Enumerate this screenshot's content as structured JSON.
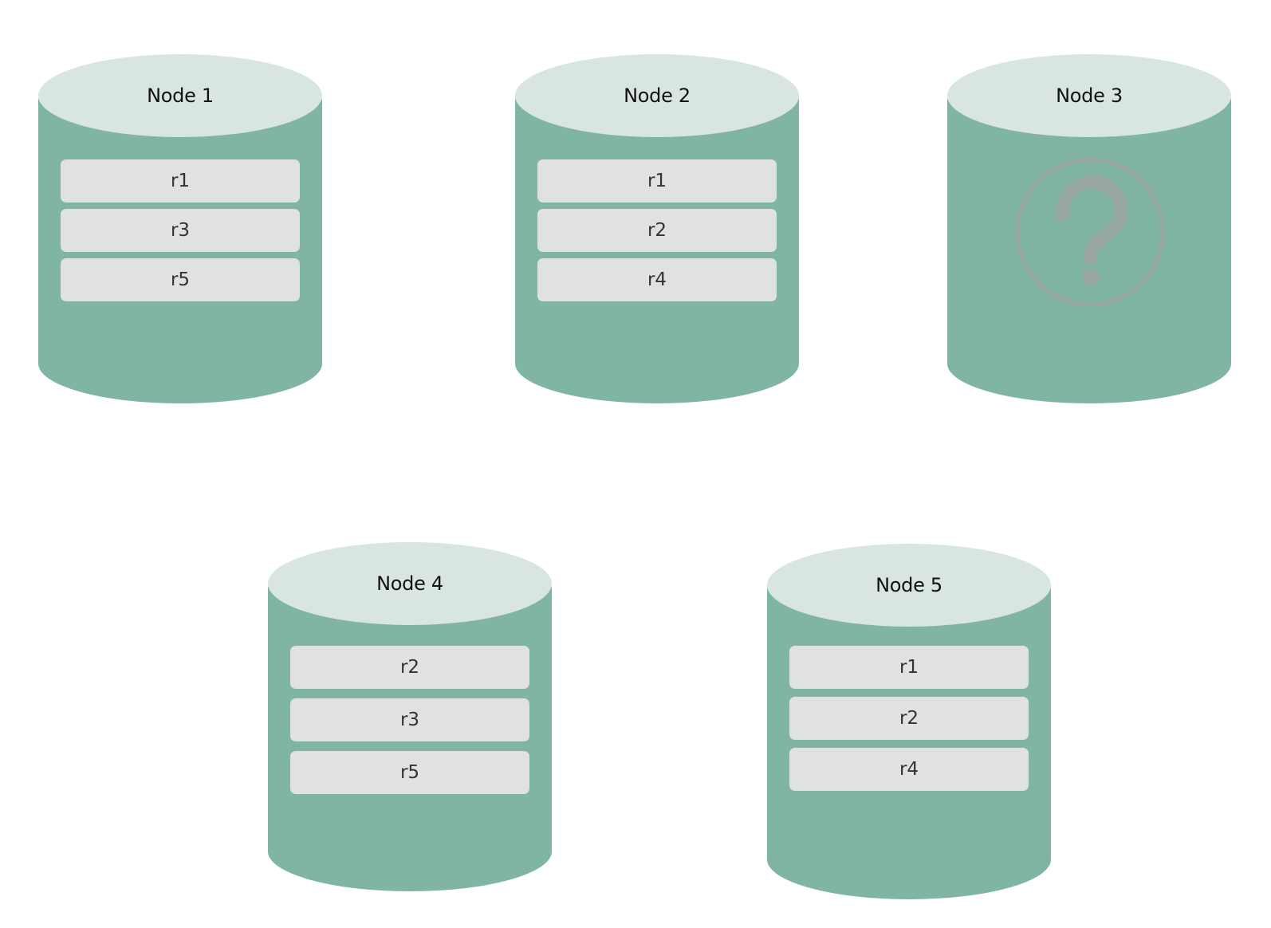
{
  "colors": {
    "cylinder_body": "#80b5a4",
    "cylinder_top": "#d9e5e2",
    "replica_box": "#dfe1e2",
    "unknown_icon": "#9aa8a2"
  },
  "nodes": [
    {
      "title": "Node 1",
      "replicas": [
        "r1",
        "r3",
        "r5"
      ]
    },
    {
      "title": "Node 2",
      "replicas": [
        "r1",
        "r2",
        "r4"
      ]
    },
    {
      "title": "Node 3",
      "replicas": [],
      "icon": "question-circle-icon"
    },
    {
      "title": "Node 4",
      "replicas": [
        "r2",
        "r3",
        "r5"
      ]
    },
    {
      "title": "Node 5",
      "replicas": [
        "r1",
        "r2",
        "r4"
      ]
    }
  ]
}
